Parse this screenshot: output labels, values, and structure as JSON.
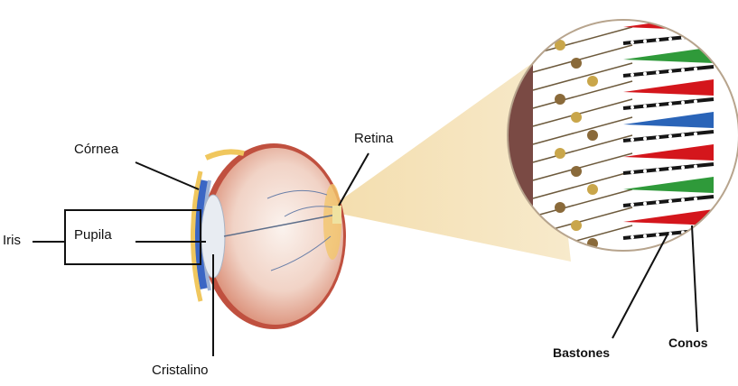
{
  "labels": {
    "cornea": "Córnea",
    "retina": "Retina",
    "iris": "Iris",
    "pupila": "Pupila",
    "cristalino": "Cristalino",
    "bastones": "Bastones",
    "conos": "Conos"
  },
  "colors": {
    "cone_red": "#d4161c",
    "cone_green": "#2f9a3a",
    "cone_blue": "#2a64b8",
    "rod_dark": "#161616",
    "beam": "#f2dca8",
    "iris_blue": "#3b66c4",
    "sclera": "#e8b9a7",
    "vitreous": "#f6ece6"
  },
  "icons": {
    "eye": "eye-cross-section-icon",
    "retina_detail": "retina-cells-magnified-icon"
  }
}
